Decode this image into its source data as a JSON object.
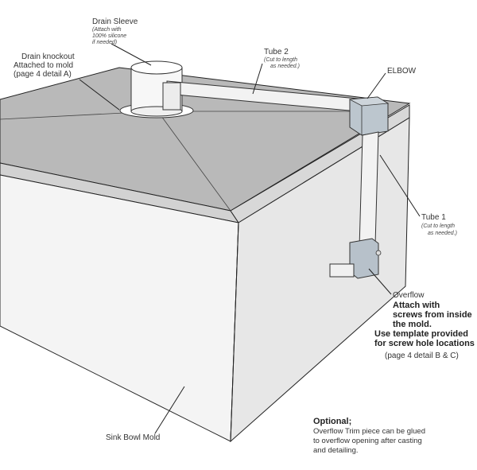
{
  "labels": {
    "drain_sleeve": {
      "title": "Drain Sleeve",
      "note": [
        "(Attach with",
        "100% silicone",
        "if needed)"
      ]
    },
    "drain_knockout": {
      "lines": [
        "Drain knockout",
        "Attached to mold",
        "(page 4 detail A)"
      ]
    },
    "tube2": {
      "title": "Tube 2",
      "note": [
        "(Cut to length",
        "as needed.)"
      ]
    },
    "elbow": {
      "title": "ELBOW"
    },
    "tube1": {
      "title": "Tube 1",
      "note": [
        "(Cut to length",
        "as needed.)"
      ]
    },
    "overflow": {
      "title": "Overflow",
      "bold_lines": [
        "Attach with",
        "screws from inside",
        "the mold.",
        "Use template provided",
        "for screw hole locations"
      ],
      "ref": "(page 4 detail B & C)"
    },
    "sink_bowl_mold": {
      "title": "Sink Bowl Mold"
    },
    "optional": {
      "title": "Optional;",
      "lines": [
        "Overflow Trim piece can be glued",
        "to overflow opening after casting",
        "and detailing."
      ]
    }
  },
  "colors": {
    "top_face": "#b8b8b8",
    "left_face": "#f3f3f3",
    "right_face": "#e6e6e6",
    "rim": "#d0d0d0",
    "elbow_fill": "#bcc6ce",
    "outline": "#222222"
  }
}
